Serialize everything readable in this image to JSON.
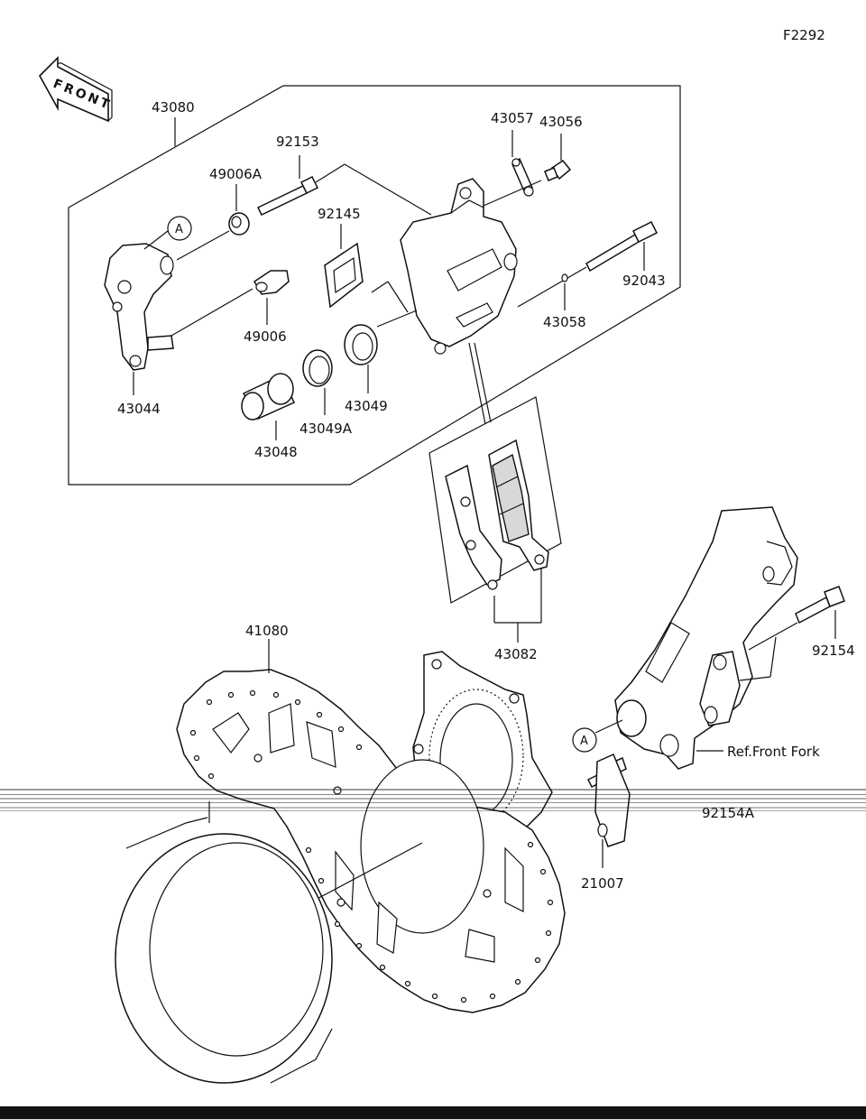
{
  "diagram": {
    "figure_code": "F2292",
    "front_label": "FRONT",
    "ref_label": "Ref.Front Fork",
    "callout_a": "A",
    "parts": {
      "p43080": "43080",
      "p92153": "92153",
      "p49006A": "49006A",
      "p92145": "92145",
      "p43057": "43057",
      "p43056": "43056",
      "p92043": "92043",
      "p43058": "43058",
      "p49006": "49006",
      "p43044": "43044",
      "p43049": "43049",
      "p43049A": "43049A",
      "p43048": "43048",
      "p43082": "43082",
      "p41080": "41080",
      "p92154": "92154",
      "p92154A": "92154A",
      "p21007": "21007"
    }
  },
  "colors": {
    "ink": "#111111",
    "paper": "#ffffff",
    "shade": "#d8d8d8"
  }
}
